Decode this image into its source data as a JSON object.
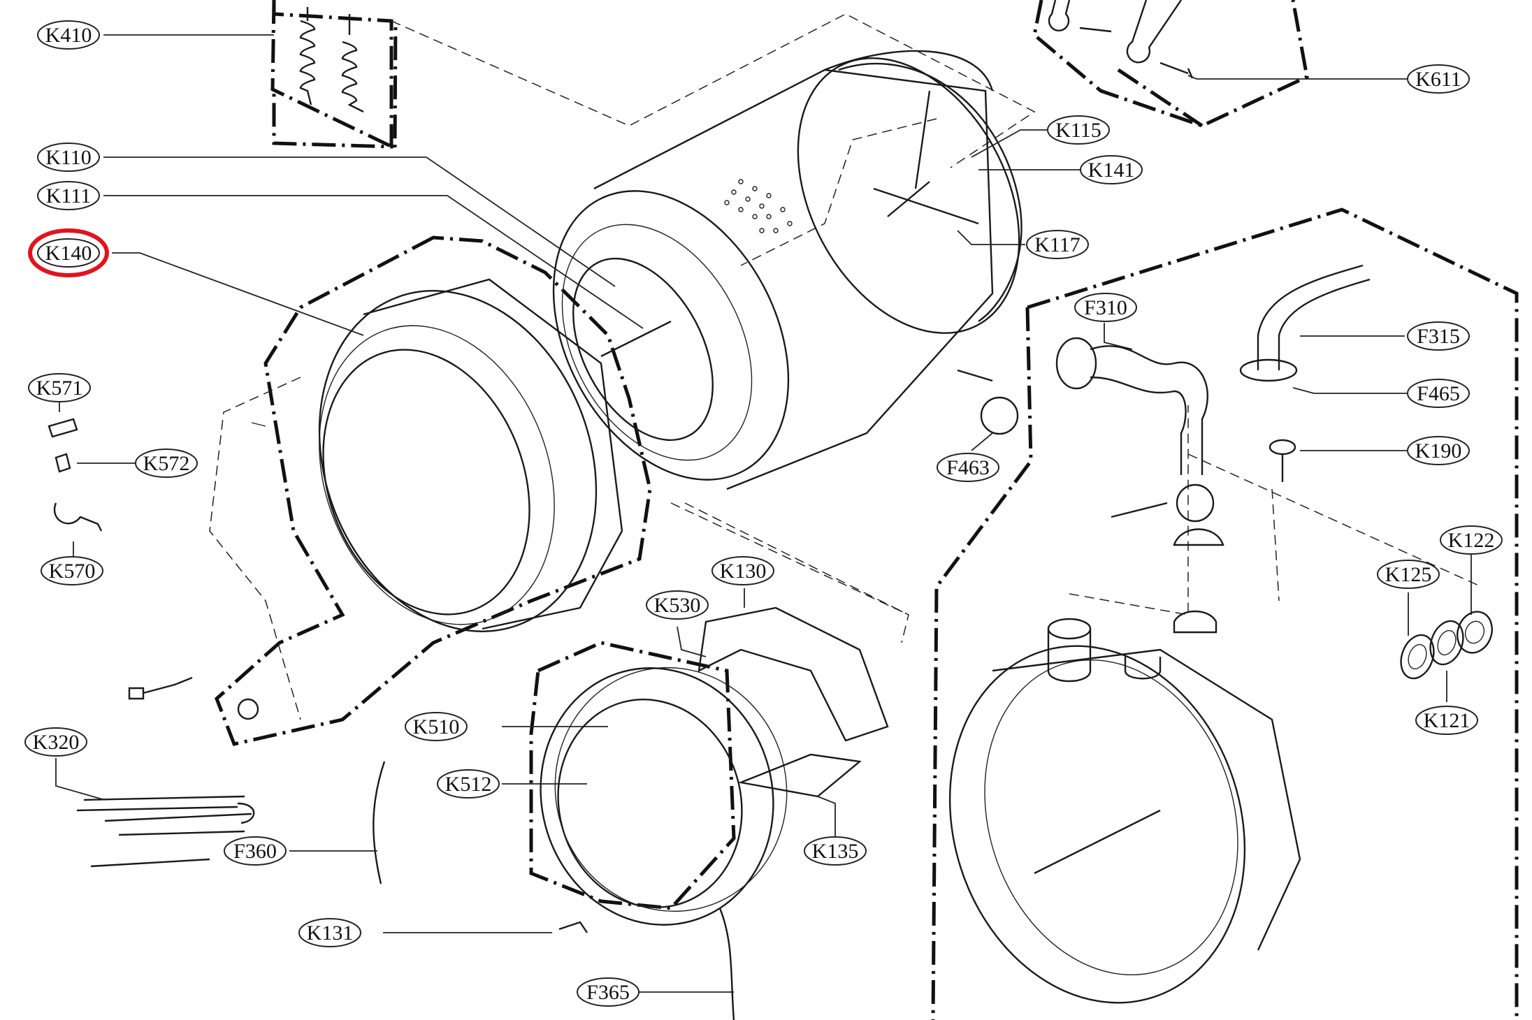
{
  "diagram": {
    "callouts": [
      {
        "id": "K410",
        "label": "K410"
      },
      {
        "id": "K611",
        "label": "K611"
      },
      {
        "id": "K115",
        "label": "K115"
      },
      {
        "id": "K141",
        "label": "K141"
      },
      {
        "id": "K110",
        "label": "K110"
      },
      {
        "id": "K111",
        "label": "K111"
      },
      {
        "id": "K140",
        "label": "K140"
      },
      {
        "id": "K117",
        "label": "K117"
      },
      {
        "id": "F310",
        "label": "F310"
      },
      {
        "id": "F315",
        "label": "F315"
      },
      {
        "id": "F465",
        "label": "F465"
      },
      {
        "id": "K571",
        "label": "K571"
      },
      {
        "id": "K572",
        "label": "K572"
      },
      {
        "id": "F463",
        "label": "F463"
      },
      {
        "id": "K190",
        "label": "K190"
      },
      {
        "id": "K570",
        "label": "K570"
      },
      {
        "id": "K122",
        "label": "K122"
      },
      {
        "id": "K130",
        "label": "K130"
      },
      {
        "id": "K125",
        "label": "K125"
      },
      {
        "id": "K530",
        "label": "K530"
      },
      {
        "id": "K121",
        "label": "K121"
      },
      {
        "id": "K510",
        "label": "K510"
      },
      {
        "id": "K320",
        "label": "K320"
      },
      {
        "id": "K512",
        "label": "K512"
      },
      {
        "id": "F360",
        "label": "F360"
      },
      {
        "id": "K135",
        "label": "K135"
      },
      {
        "id": "K131",
        "label": "K131"
      },
      {
        "id": "F365",
        "label": "F365"
      }
    ],
    "highlighted": "K140",
    "highlight_color": "#e0141e",
    "line_color": "#1a1a1a"
  }
}
